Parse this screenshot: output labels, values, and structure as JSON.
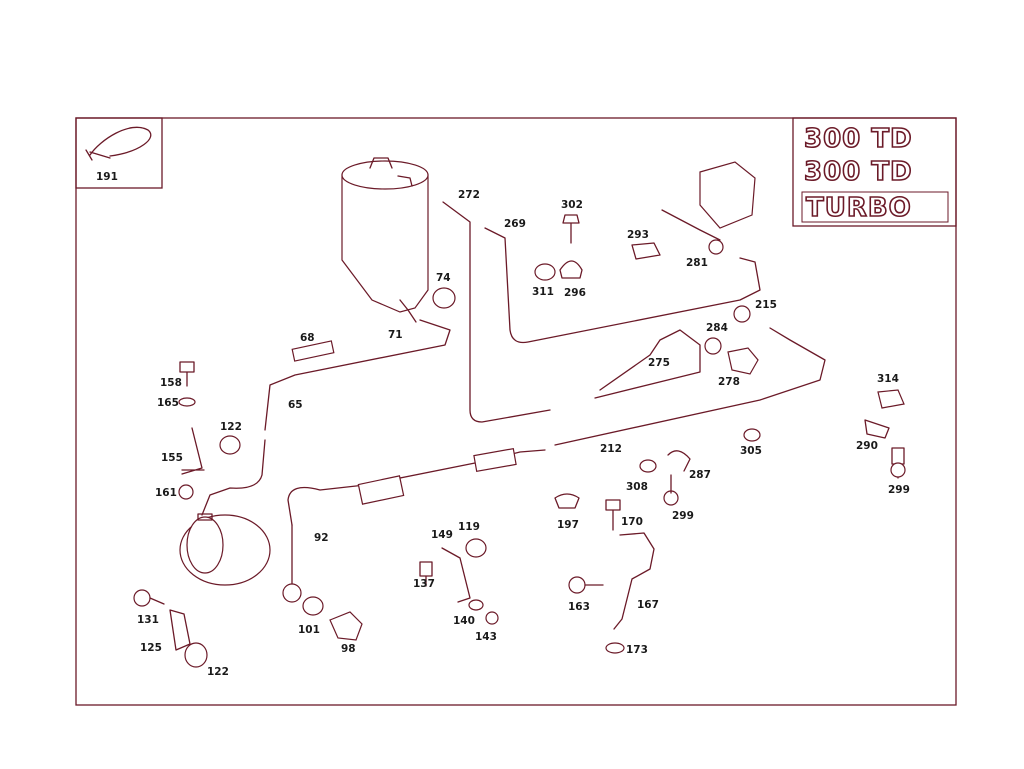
{
  "diagram": {
    "badges": [
      "300 TD",
      "300 TD",
      "TURBO"
    ],
    "inset_label": "191",
    "part_labels": {
      "p272": "272",
      "p269": "269",
      "p302": "302",
      "p293": "293",
      "p281": "281",
      "p74": "74",
      "p71": "71",
      "p68": "68",
      "p311": "311",
      "p296": "296",
      "p215": "215",
      "p284": "284",
      "p275": "275",
      "p278": "278",
      "p158": "158",
      "p165": "165",
      "p122a": "122",
      "p155": "155",
      "p161": "161",
      "p65": "65",
      "p212": "212",
      "p305": "305",
      "p314": "314",
      "p290": "290",
      "p299a": "299",
      "p308": "308",
      "p287": "287",
      "p299b": "299",
      "p197": "197",
      "p170": "170",
      "p92": "92",
      "p149": "149",
      "p119": "119",
      "p137": "137",
      "p140": "140",
      "p143": "143",
      "p163": "163",
      "p167": "167",
      "p173": "173",
      "p131": "131",
      "p125": "125",
      "p122b": "122",
      "p101": "101",
      "p98": "98"
    }
  },
  "colors": {
    "line": "#6b1a28",
    "label": "#1a1a1a",
    "background": "#ffffff"
  }
}
